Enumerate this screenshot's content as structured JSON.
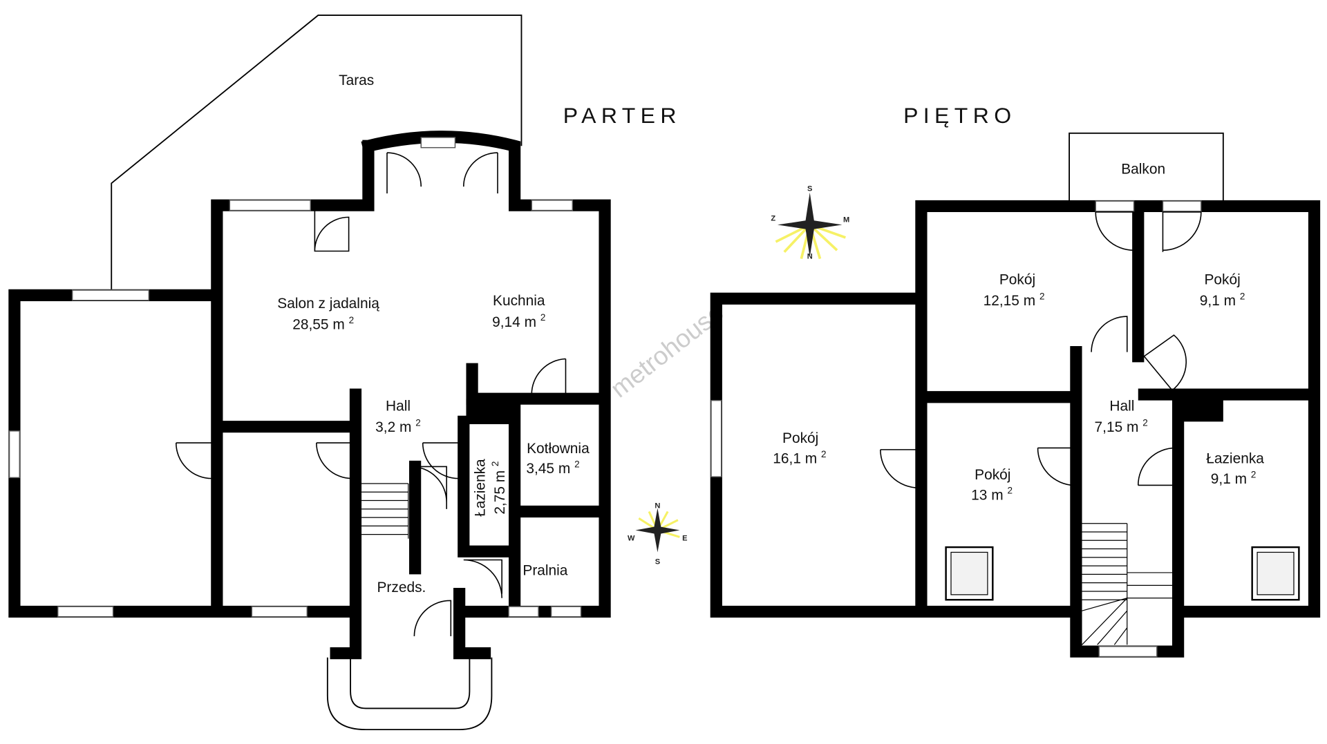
{
  "titles": {
    "ground": "PARTER",
    "upper": "PIĘTRO"
  },
  "watermark": "metrohouse",
  "unit_sup": "2",
  "ground_rooms": [
    {
      "name": "Taras",
      "area": ""
    },
    {
      "name": "Salon z jadalnią",
      "area": "28,55 m"
    },
    {
      "name": "Kuchnia",
      "area": "9,14 m"
    },
    {
      "name": "Hall",
      "area": "3,2 m"
    },
    {
      "name": "Kotłownia",
      "area": "3,45 m"
    },
    {
      "name": "Łazienka",
      "area": "2,75 m"
    },
    {
      "name": "Pralnia",
      "area": ""
    },
    {
      "name": "Przeds.",
      "area": ""
    }
  ],
  "upper_rooms": [
    {
      "name": "Balkon",
      "area": ""
    },
    {
      "name": "Pokój",
      "area": "12,15 m"
    },
    {
      "name": "Pokój",
      "area": "9,1 m"
    },
    {
      "name": "Pokój",
      "area": "16,1 m"
    },
    {
      "name": "Hall",
      "area": "7,15 m"
    },
    {
      "name": "Pokój",
      "area": "13 m"
    },
    {
      "name": "Łazienka",
      "area": "9,1 m"
    }
  ],
  "compass_upper": {
    "top": "S",
    "left": "Z",
    "right": "M",
    "bottom": "N"
  },
  "compass_lower": {
    "top": "N",
    "left": "W",
    "right": "E",
    "bottom": "S"
  }
}
